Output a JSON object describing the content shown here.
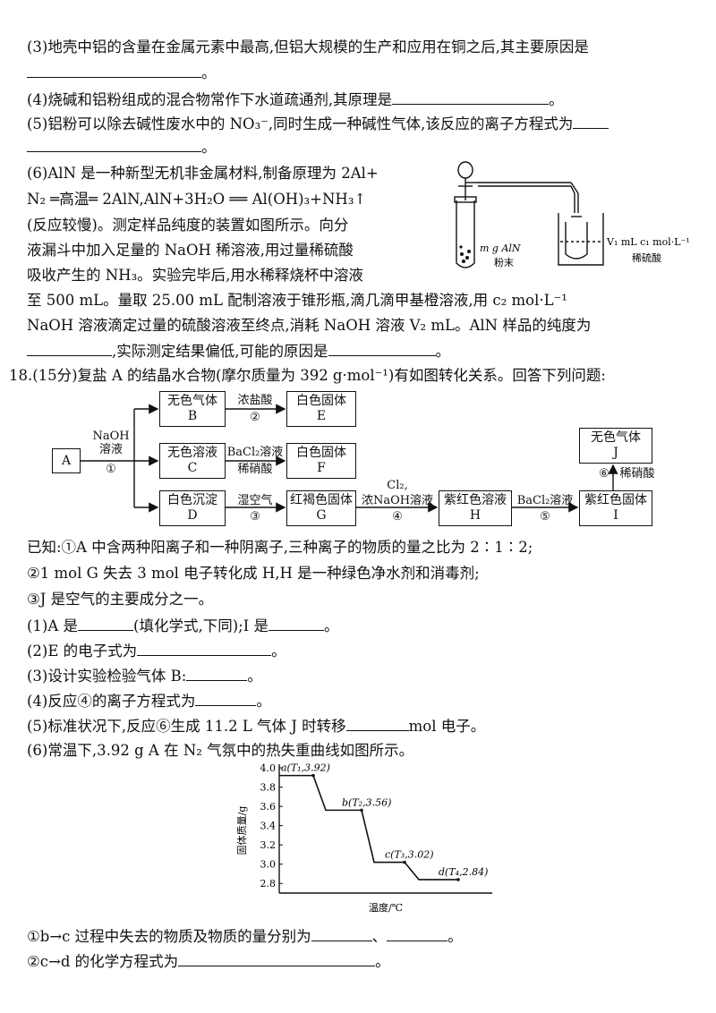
{
  "top": {
    "q3_a": "(3)地壳中铝的含量在金属元素中最高,但铝大规模的生产和应用在铜之后,其主要原因是",
    "q3_b": "。",
    "q4_a": "(4)烧碱和铝粉组成的混合物常作下水道疏通剂,其原理是",
    "q4_b": "。",
    "q5_a": "(5)铝粉可以除去碱性废水中的 NO₃⁻,同时生成一种碱性气体,该反应的离子方程式为",
    "q5_b": "。",
    "q6_l1": "(6)AlN 是一种新型无机非金属材料,制备原理为 2Al+",
    "q6_l2": "N₂ ═高温═ 2AlN,AlN+3H₂O ══ Al(OH)₃+NH₃↑",
    "q6_l3": "(反应较慢)。测定样品纯度的装置如图所示。向分",
    "q6_l4": "液漏斗中加入足量的 NaOH 稀溶液,用过量稀硫酸",
    "q6_l5": "吸收产生的 NH₃。实验完毕后,用水稀释烧杯中溶液",
    "q6_l6": "至 500 mL。量取 25.00 mL 配制溶液于锥形瓶,滴几滴甲基橙溶液,用 c₂ mol·L⁻¹",
    "q6_l7": "NaOH 溶液滴定过量的硫酸溶液至终点,消耗 NaOH 溶液 V₂ mL。AlN 样品的纯度为",
    "q6_l8a": ",实际测定结果偏低,可能的原因是",
    "q6_l8b": "。",
    "apparatus_sample": "m g AlN",
    "apparatus_sample2": "粉末",
    "apparatus_acid": "V₁ mL c₁ mol·L⁻¹",
    "apparatus_acid2": "稀硫酸"
  },
  "q18": {
    "header": "18.(15分)复盐 A 的结晶水合物(摩尔质量为 392 g·mol⁻¹)有如图转化关系。回答下列问题:",
    "flow": {
      "A": "A",
      "B1": "无色气体",
      "B2": "B",
      "C1": "无色溶液",
      "C2": "C",
      "D1": "白色沉淀",
      "D2": "D",
      "E1": "白色固体",
      "E2": "E",
      "F1": "白色固体",
      "F2": "F",
      "G1": "红褐色固体",
      "G2": "G",
      "H1": "紫红色溶液",
      "H2": "H",
      "I1": "紫红色固体",
      "I2": "I",
      "J1": "无色气体",
      "J2": "J",
      "r1a": "NaOH",
      "r1b": "溶液",
      "r1c": "①",
      "r2a": "浓盐酸",
      "r2b": "②",
      "rCF_a": "BaCl₂溶液",
      "rCF_b": "稀硝酸",
      "r3a": "湿空气",
      "r3b": "③",
      "r4a": "Cl₂,",
      "r4b": "浓NaOH溶液",
      "r4c": "④",
      "r5a": "BaCl₂溶液",
      "r5b": "⑤",
      "r6a": "⑥",
      "r6b": "稀硝酸"
    },
    "known1": "已知:①A 中含两种阳离子和一种阴离子,三种离子的物质的量之比为 2∶1∶2;",
    "known2": "②1 mol G 失去 3 mol 电子转化成 H,H 是一种绿色净水剂和消毒剂;",
    "known3": "③J 是空气的主要成分之一。",
    "s1a": "(1)A 是",
    "s1b": "(填化学式,下同);I 是",
    "s1c": "。",
    "s2a": "(2)E 的电子式为",
    "s2b": "。",
    "s3a": "(3)设计实验检验气体 B:",
    "s3b": "。",
    "s4a": "(4)反应④的离子方程式为",
    "s4b": "。",
    "s5a": "(5)标准状况下,反应⑥生成 11.2 L 气体 J 时转移",
    "s5b": "mol 电子。",
    "s6": "(6)常温下,3.92 g A 在 N₂ 气氛中的热失重曲线如图所示。",
    "sub1a": "①b→c 过程中失去的物质及物质的量分别为",
    "sub1b": "、",
    "sub1c": "。",
    "sub2a": "②c→d 的化学方程式为",
    "sub2b": "。"
  },
  "chart_data": {
    "type": "line",
    "ylabel": "固体质量/g",
    "xlabel": "温度/℃",
    "yticks": [
      "4.0",
      "3.8",
      "3.6",
      "3.4",
      "3.2",
      "3.0",
      "2.8"
    ],
    "ylim": [
      2.7,
      4.0
    ],
    "steps": [
      {
        "point": "a",
        "label": "a(T₁,3.92)",
        "mass": 3.92
      },
      {
        "point": "b",
        "label": "b(T₂,3.56)",
        "mass": 3.56
      },
      {
        "point": "c",
        "label": "c(T₃,3.02)",
        "mass": 3.02
      },
      {
        "point": "d",
        "label": "d(T₄,2.84)",
        "mass": 2.84
      }
    ]
  }
}
